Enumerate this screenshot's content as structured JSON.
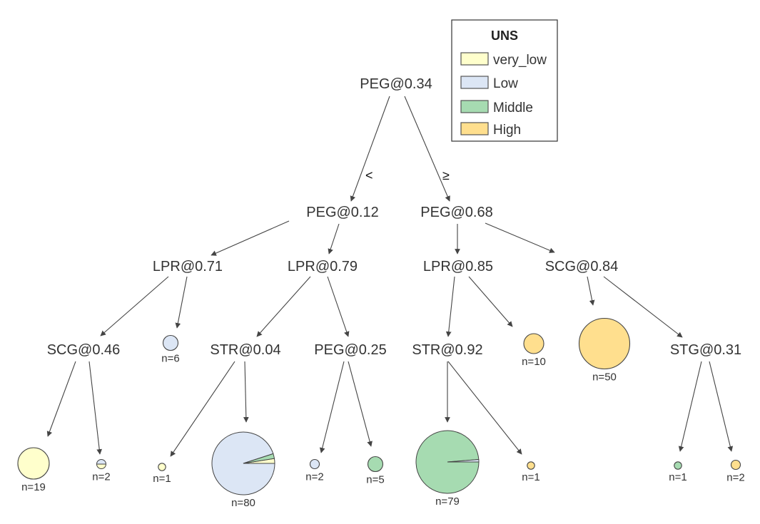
{
  "legend": {
    "title": "UNS",
    "classes": [
      {
        "name": "very_low",
        "color": "#FFFFCC"
      },
      {
        "name": "Low",
        "color": "#DCE6F5"
      },
      {
        "name": "Middle",
        "color": "#A6DBB1"
      },
      {
        "name": "High",
        "color": "#FFDF8E"
      }
    ]
  },
  "edge_labels": {
    "left": "<",
    "right": "≥"
  },
  "tree": {
    "splits": [
      {
        "id": "root",
        "label": "PEG@0.34"
      },
      {
        "id": "l",
        "label": "PEG@0.12"
      },
      {
        "id": "r",
        "label": "PEG@0.68"
      },
      {
        "id": "ll",
        "label": "LPR@0.71"
      },
      {
        "id": "lr",
        "label": "LPR@0.79"
      },
      {
        "id": "rl",
        "label": "LPR@0.85"
      },
      {
        "id": "rr",
        "label": "SCG@0.84"
      },
      {
        "id": "lll",
        "label": "SCG@0.46"
      },
      {
        "id": "lrl",
        "label": "STR@0.04"
      },
      {
        "id": "lrr",
        "label": "PEG@0.25"
      },
      {
        "id": "rll",
        "label": "STR@0.92"
      },
      {
        "id": "rrr",
        "label": "STG@0.31"
      }
    ],
    "leaves": [
      {
        "id": "llr",
        "n": 6,
        "label": "n=6",
        "composition": {
          "Low": 6
        }
      },
      {
        "id": "llll",
        "n": 19,
        "label": "n=19",
        "composition": {
          "very_low": 19
        }
      },
      {
        "id": "lllr",
        "n": 2,
        "label": "n=2",
        "composition": {
          "very_low": 1,
          "Low": 1
        }
      },
      {
        "id": "lrll",
        "n": 1,
        "label": "n=1",
        "composition": {
          "very_low": 1
        }
      },
      {
        "id": "lrlr",
        "n": 80,
        "label": "n=80",
        "composition": {
          "Low": 76,
          "very_low": 2,
          "Middle": 2
        }
      },
      {
        "id": "lrrl",
        "n": 2,
        "label": "n=2",
        "composition": {
          "Low": 2
        }
      },
      {
        "id": "lrrr",
        "n": 5,
        "label": "n=5",
        "composition": {
          "Middle": 5
        }
      },
      {
        "id": "rlr",
        "n": 10,
        "label": "n=10",
        "composition": {
          "High": 10
        }
      },
      {
        "id": "rlll",
        "n": 79,
        "label": "n=79",
        "composition": {
          "Middle": 78,
          "Low": 1
        }
      },
      {
        "id": "rllr",
        "n": 1,
        "label": "n=1",
        "composition": {
          "High": 1
        }
      },
      {
        "id": "rrl",
        "n": 50,
        "label": "n=50",
        "composition": {
          "High": 50
        }
      },
      {
        "id": "rrrl",
        "n": 1,
        "label": "n=1",
        "composition": {
          "Middle": 1
        }
      },
      {
        "id": "rrrr",
        "n": 2,
        "label": "n=2",
        "composition": {
          "High": 2
        }
      }
    ],
    "edges": [
      [
        "root",
        "l"
      ],
      [
        "root",
        "r"
      ],
      [
        "l",
        "ll"
      ],
      [
        "l",
        "lr"
      ],
      [
        "r",
        "rl"
      ],
      [
        "r",
        "rr"
      ],
      [
        "ll",
        "lll"
      ],
      [
        "ll",
        "llr"
      ],
      [
        "lr",
        "lrl"
      ],
      [
        "lr",
        "lrr"
      ],
      [
        "rl",
        "rll"
      ],
      [
        "rl",
        "rlr"
      ],
      [
        "rr",
        "rrl"
      ],
      [
        "rr",
        "rrr"
      ],
      [
        "lll",
        "llll"
      ],
      [
        "lll",
        "lllr"
      ],
      [
        "lrl",
        "lrll"
      ],
      [
        "lrl",
        "lrlr"
      ],
      [
        "lrr",
        "lrrl"
      ],
      [
        "lrr",
        "lrrr"
      ],
      [
        "rll",
        "rlll"
      ],
      [
        "rll",
        "rllr"
      ],
      [
        "rrr",
        "rrrl"
      ],
      [
        "rrr",
        "rrrr"
      ]
    ]
  }
}
